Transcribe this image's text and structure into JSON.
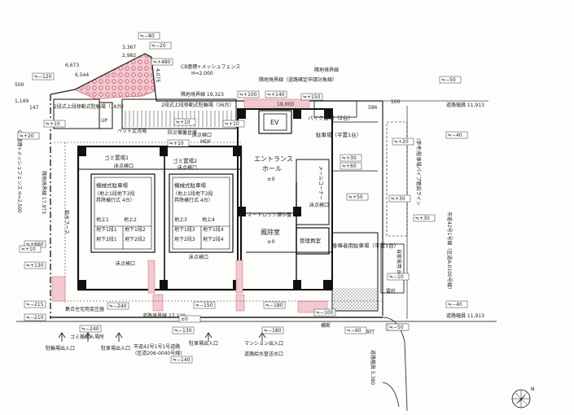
{
  "plan": {
    "fence_note_1": "CB基礎+メッシュフェンス",
    "fence_note_2": "H=2,000",
    "fence_note_left": "CB基礎+メッシュフェンス H=2,500",
    "boundary_upper": "隣地境界線 19,323",
    "boundary_right_1": "隣地境界線",
    "boundary_right_2": "隣地境界線（道路確定申請対象線）",
    "boundary_left_1": "隣地境界線 17,973",
    "boundary_bottom": "道路境界線 27,129",
    "road_width_top": "道路幅員 11,913",
    "road_width_bottom": "道路幅員 11,913",
    "road_width_right": "道路幅員 5,380",
    "road_right_name": "市道42号1号線（区道A-0100号線）",
    "road_bottom_name_1": "市道42号1号1号道路",
    "road_bottom_name_2": "(区道206-0040号線)",
    "road_right_note": "(参考)駐車場パイプ敷設ライン",
    "rooms": {
      "bike_parking_upper": "2段式上段移動式駐輪場（16台）",
      "bike_parking_flat": "2段式上段移動式駐輪場（36台）",
      "bike_shelter": "バイク置場（2台）",
      "parking_flat": "駐車場（平置1台）",
      "parking_accessible": "身障者用駐車場（平置1台）",
      "ev": "EV",
      "entrance_1": "エントランス",
      "entrance_2": "ホール",
      "entrance_level": "±0",
      "wind_room": "風除室",
      "wind_level": "±0",
      "mail_corner": "メールコーナー",
      "manager_room": "管理員室",
      "trash_1": "ゴミ置場1",
      "trash_2": "ゴミ置場2",
      "mdf_1": "MDF",
      "mdf_2": "防災備蓄倉庫",
      "auto_lock": "オートロック操作盤",
      "storage": "集合住宅用変圧器",
      "pet_room": "ペット足洗場",
      "entry_stairs": "UP",
      "mech_a_title": "機械式駐車場",
      "mech_a_sub_1": "（地上1段地下2段",
      "mech_a_sub_2": "昇降横行式 4台）",
      "mech_b_title": "機械式駐車場",
      "mech_b_sub_1": "（地上1段地下2段",
      "mech_b_sub_2": "昇降横行式 4台）",
      "mech_a_cells": [
        "地上1",
        "地上2",
        "地下1段1",
        "地下1段2",
        "地下2段1",
        "地下2段2"
      ],
      "mech_b_cells": [
        "地上3",
        "地上4",
        "地下1段3",
        "地下1段4",
        "地下2段3",
        "地下2段4"
      ],
      "check_1": "床点検口",
      "check_2": "床点検口",
      "check_3": "床点検口",
      "check_4": "床点検口",
      "check_5": "床点検口",
      "check_6": "床点検口",
      "pallet_1": "給水ブース",
      "sign_right": "自家発用 BOX",
      "power": "電柱"
    },
    "levels": {
      "l_80": "≒−80",
      "l_20": "≒−20",
      "l_480": "≒+480",
      "l_120": "≒−120",
      "l_10a": "≒+10",
      "l_10b": "≒+10",
      "l_10c": "≒+10",
      "l_10d": "≒+10",
      "l_100": "≒+100",
      "l_140": "≒+140",
      "l_150": "≒+150",
      "l_50a": "≒−50",
      "l_20b": "≒+20",
      "l_40a": "≒−40",
      "l_30a": "≒+30",
      "l_30b": "≒+30",
      "l_30c": "≒+30",
      "l_10e": "≒−10",
      "l_40b": "≒−40",
      "l_50b": "≒−50",
      "l_60": "≒+60",
      "l_50c": "≒+50",
      "l_20c": "≒+20",
      "l_660": "≒+660",
      "l_130": "≒+130",
      "l_215": "≒−215",
      "l_210": "≒−210",
      "l_240a": "≒−240",
      "l_150b": "≒−150",
      "l_180": "≒−180",
      "l_240b": "≒−240",
      "l_130b": "≒−130",
      "l_180b": "≒−180",
      "l_100b": "≒−100",
      "l_60b": "≒−60",
      "l_50d": "≒−50",
      "l_10f": "≒+10",
      "l_140b": "≒−140",
      "l_0": "±0"
    },
    "dims": {
      "d_3367": "3,367",
      "d_2982": "2,982",
      "d_6673": "6,673",
      "d_6544": "6,544",
      "d_4075": "4,075",
      "d_500a": "500",
      "d_1149": "1,149",
      "d_147": "147",
      "d_500b": "500",
      "d_586": "586",
      "d_19003": "19,003",
      "d_19323": "19,323"
    },
    "access": {
      "bike_in": "駐輪場出入口",
      "trash_in": "ゴミ搬出入場所",
      "car_in_1": "駐車場出入口",
      "car_in_2": "駐車場出入口",
      "mansion_in": "マンション出入口",
      "water_in": "道路給水管送水口",
      "crossing": "横断",
      "slope": "斜行"
    },
    "north": "N"
  }
}
